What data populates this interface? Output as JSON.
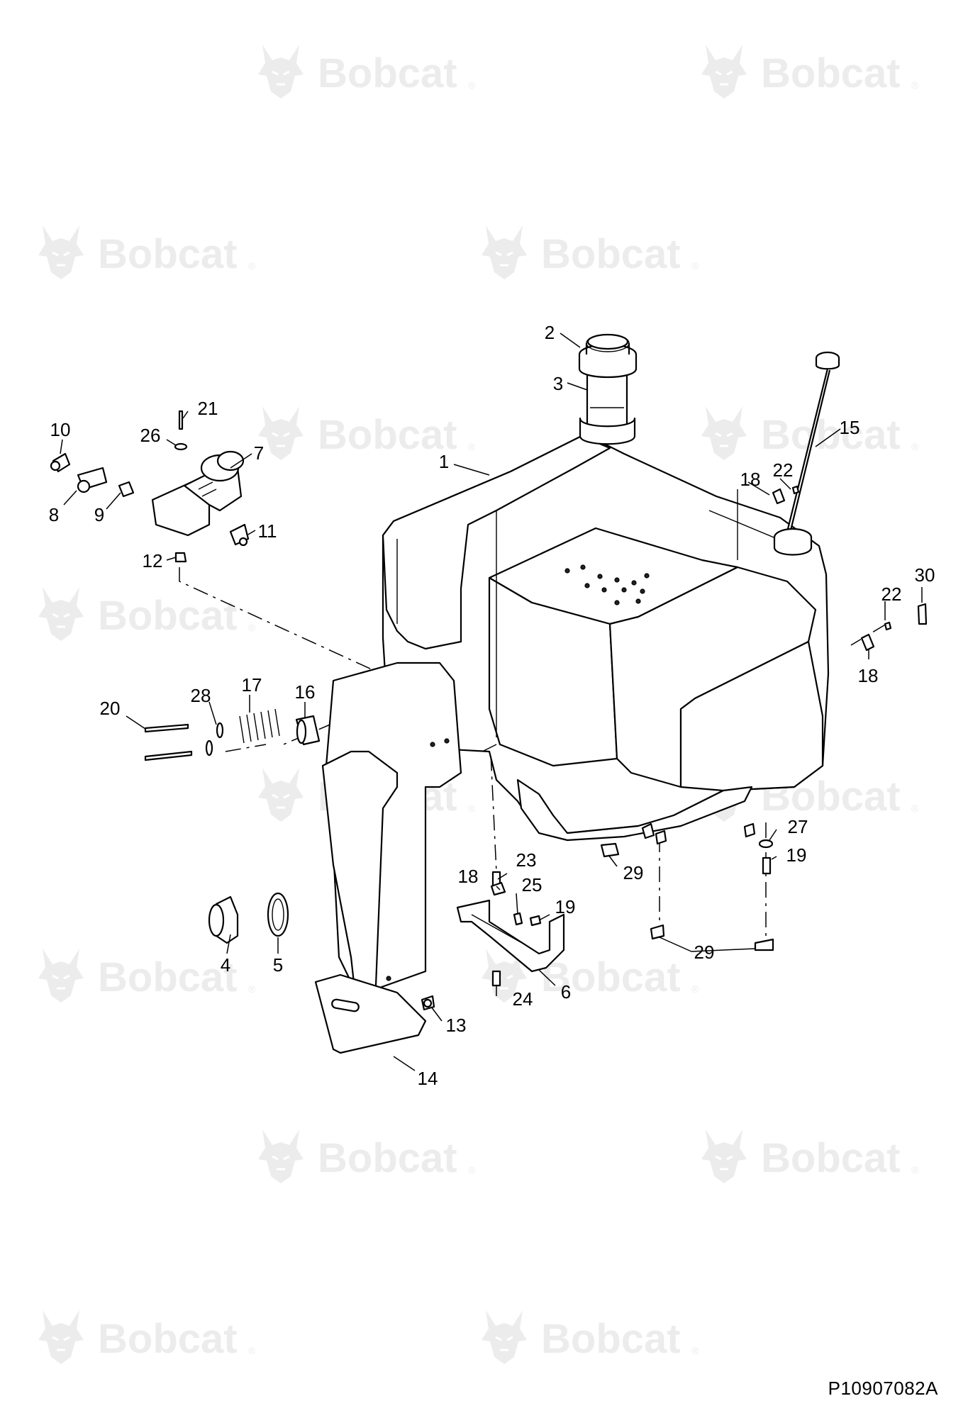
{
  "watermark": {
    "brand": "Bobcat",
    "registered": "®",
    "logo_icon": "bobcat-head-icon"
  },
  "drawing_number": "P10907082A",
  "callouts": [
    "1",
    "2",
    "3",
    "4",
    "5",
    "6",
    "7",
    "8",
    "9",
    "10",
    "11",
    "12",
    "13",
    "14",
    "15",
    "16",
    "17",
    "18",
    "18",
    "18",
    "19",
    "19",
    "20",
    "21",
    "22",
    "22",
    "23",
    "24",
    "25",
    "26",
    "27",
    "28",
    "29",
    "29",
    "30"
  ]
}
